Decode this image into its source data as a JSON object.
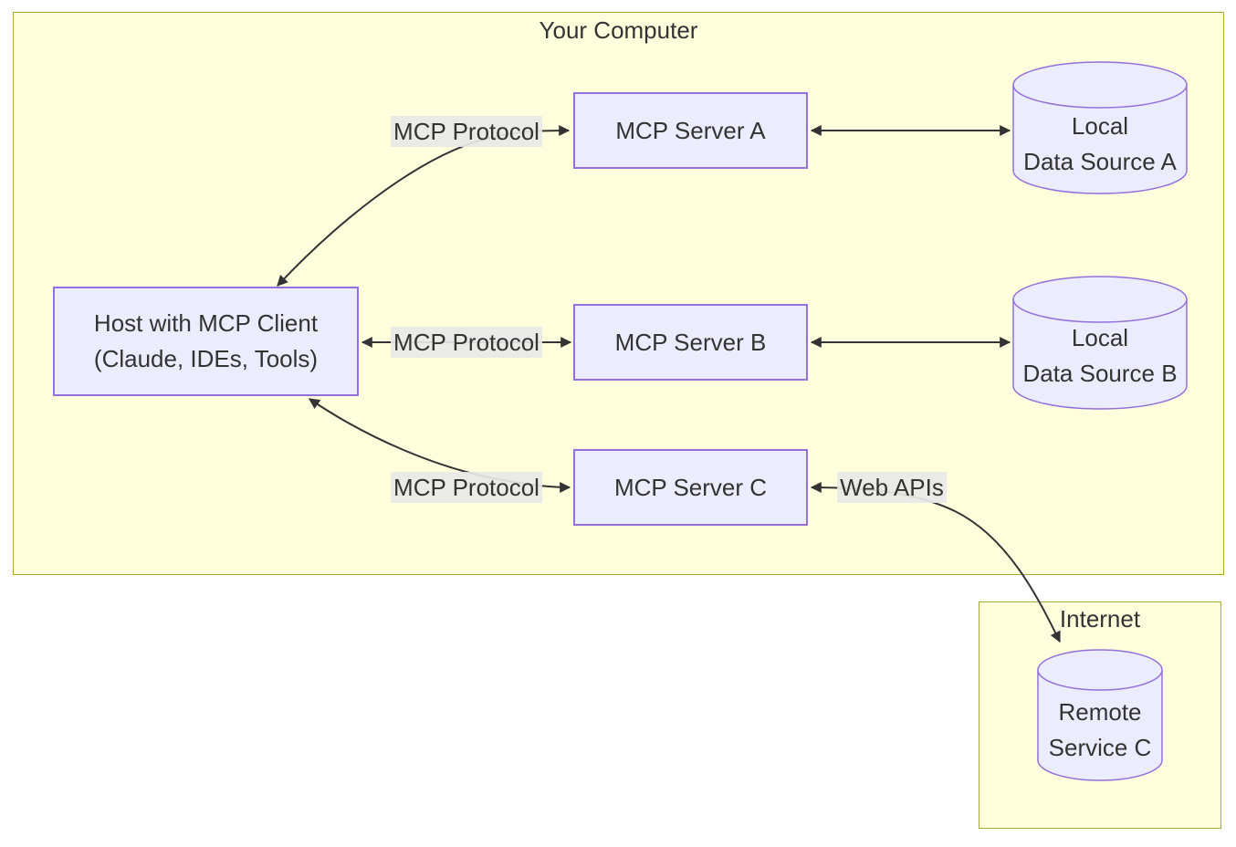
{
  "clusters": {
    "your_computer": {
      "label": "Your Computer"
    },
    "internet": {
      "label": "Internet"
    }
  },
  "nodes": {
    "host": {
      "line1": "Host with MCP Client",
      "line2": "(Claude, IDEs, Tools)"
    },
    "server_a": {
      "label": "MCP Server A"
    },
    "server_b": {
      "label": "MCP Server B"
    },
    "server_c": {
      "label": "MCP Server C"
    },
    "data_a": {
      "line1": "Local",
      "line2": "Data Source A"
    },
    "data_b": {
      "line1": "Local",
      "line2": "Data Source B"
    },
    "remote_c": {
      "line1": "Remote",
      "line2": "Service C"
    }
  },
  "edges": {
    "host_server_a": {
      "label": "MCP Protocol"
    },
    "host_server_b": {
      "label": "MCP Protocol"
    },
    "host_server_c": {
      "label": "MCP Protocol"
    },
    "server_c_remote": {
      "label": "Web APIs"
    }
  },
  "colors": {
    "cluster_fill": "#ffffde",
    "cluster_border": "#aaaa33",
    "node_fill": "#ececff",
    "node_border": "#9370db",
    "edge": "#333333",
    "edge_label_bg": "#e8e8e8",
    "text": "#333333",
    "background": "#ffffff"
  }
}
